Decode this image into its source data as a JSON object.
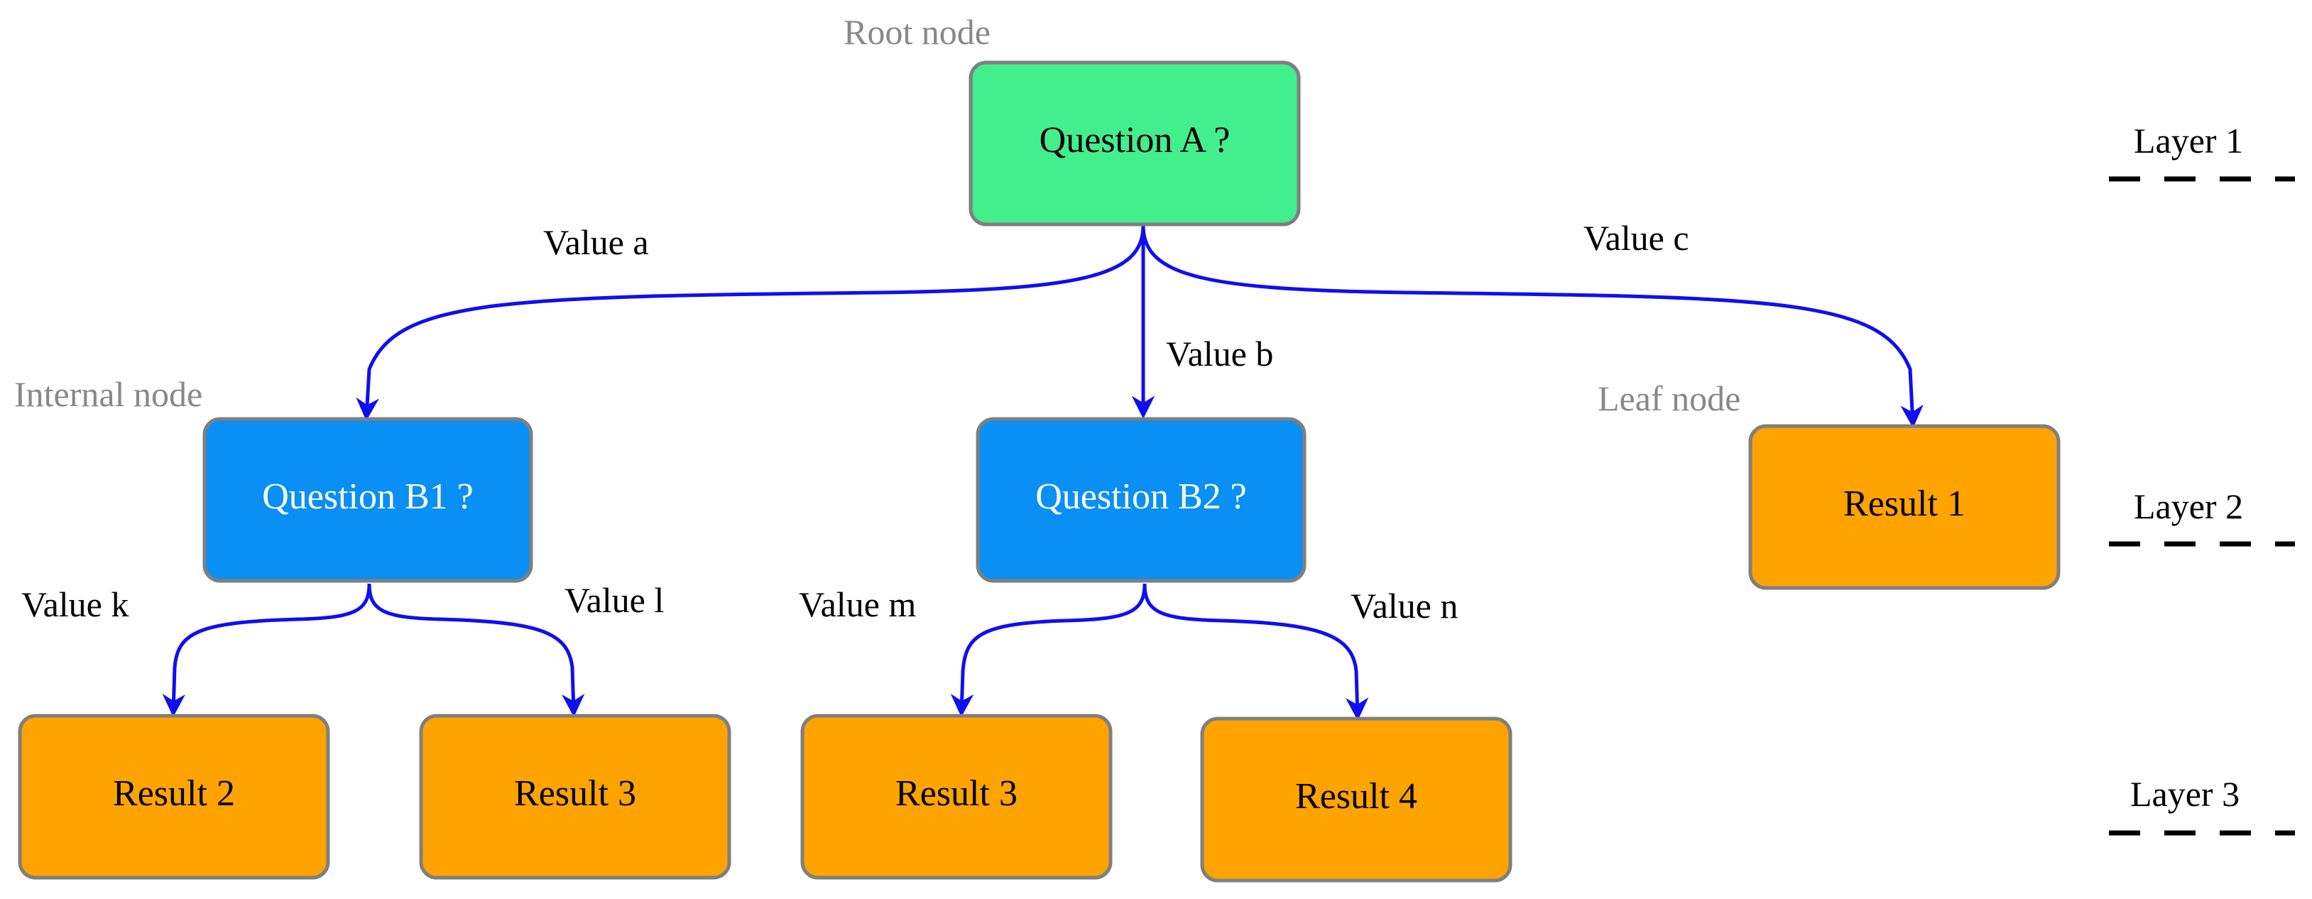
{
  "colors": {
    "root_fill": "#43ee8c",
    "internal_fill": "#0a8ff5",
    "leaf_fill": "#fea300",
    "node_stroke": "#7f7f7f",
    "edge": "#0f0ff0",
    "annotation": "#888888"
  },
  "annotations": {
    "root": "Root node",
    "internal": "Internal node",
    "leaf": "Leaf node"
  },
  "nodes": {
    "question_a": "Question A ?",
    "question_b1": "Question B1 ?",
    "question_b2": "Question B2 ?",
    "result_1": "Result 1",
    "result_2": "Result 2",
    "result_3_left": "Result 3",
    "result_3_right": "Result 3",
    "result_4": "Result 4"
  },
  "edges": {
    "value_a": "Value a",
    "value_b": "Value b",
    "value_c": "Value c",
    "value_k": "Value k",
    "value_l": "Value l",
    "value_m": "Value m",
    "value_n": "Value n"
  },
  "layers": [
    "Layer 1",
    "Layer 2",
    "Layer 3"
  ]
}
